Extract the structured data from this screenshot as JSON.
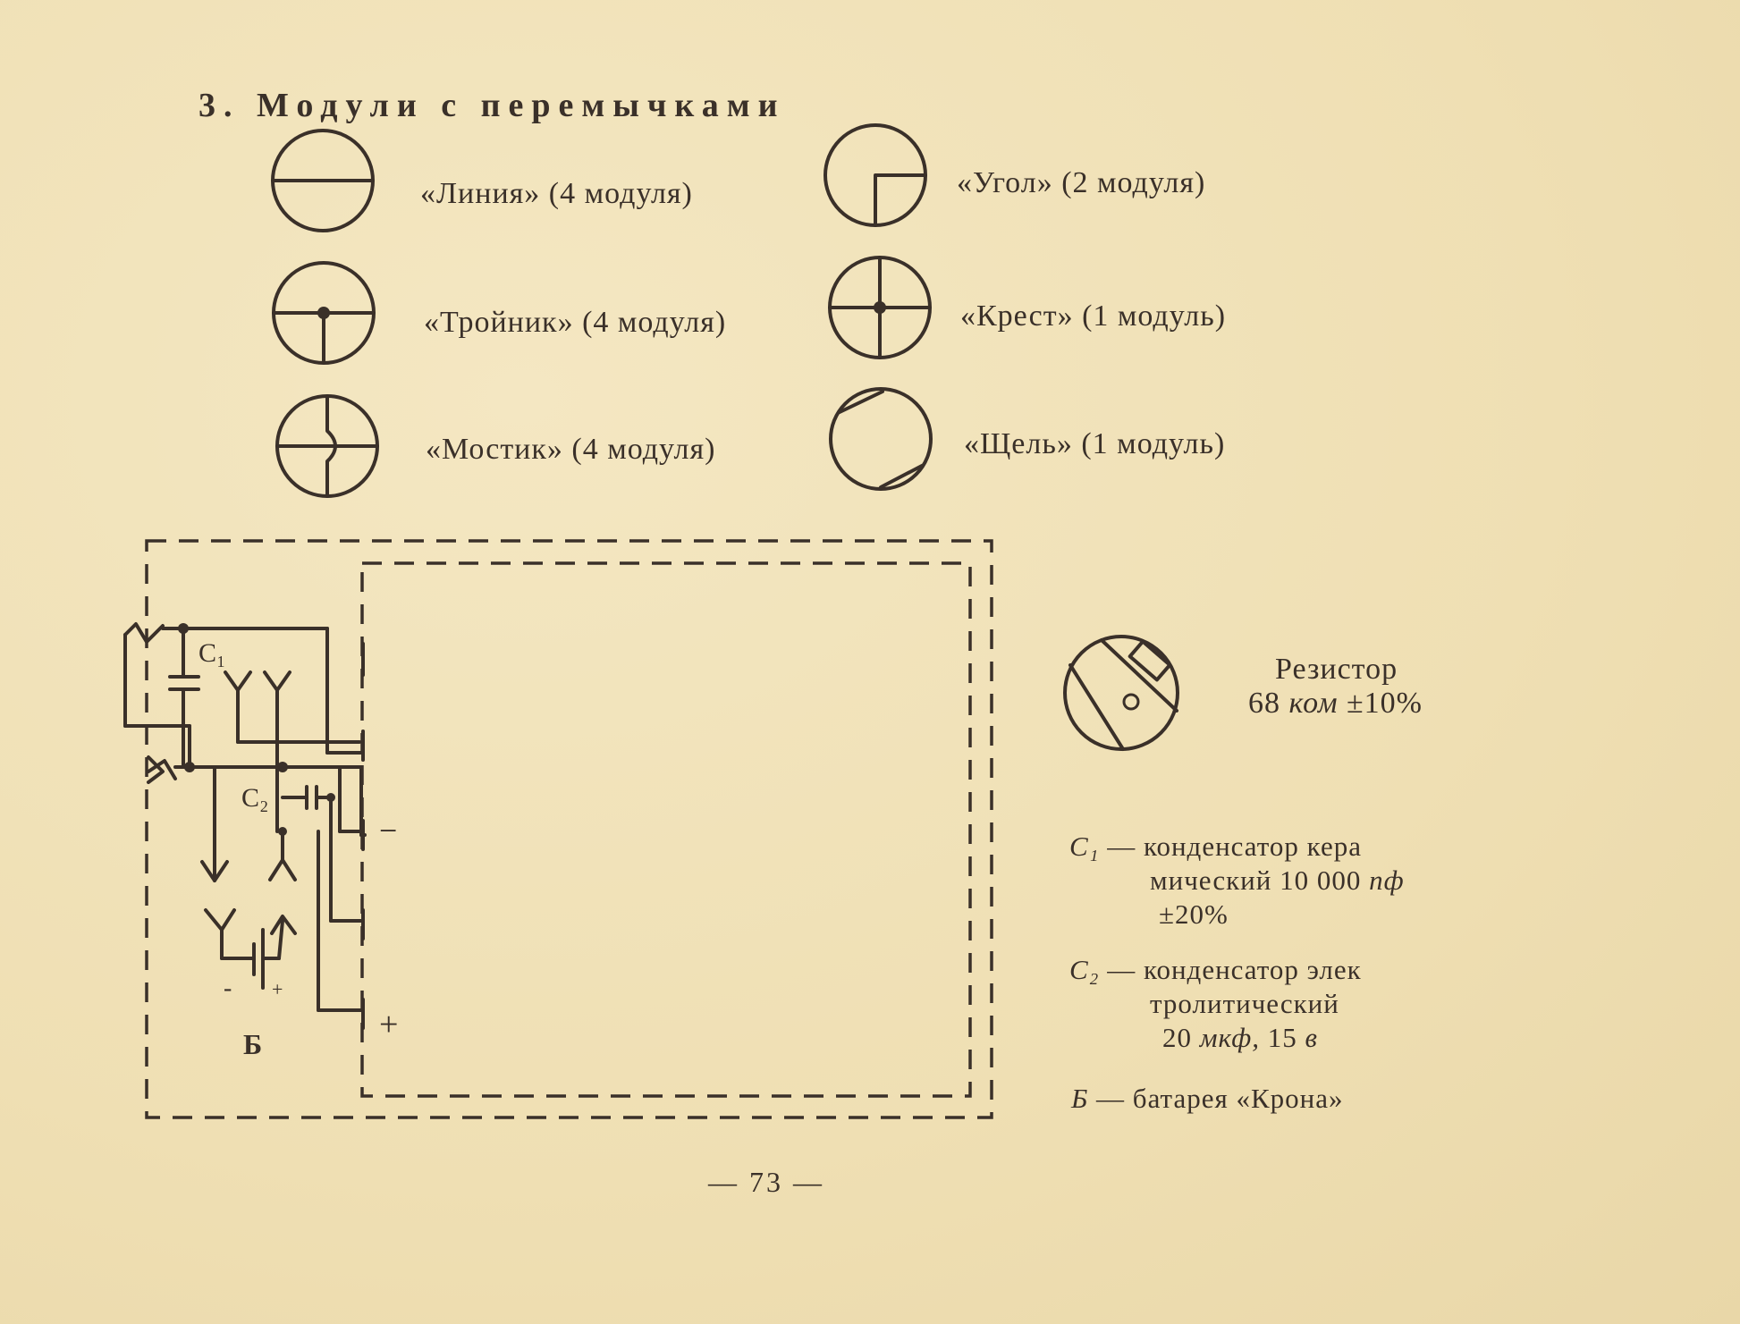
{
  "heading": "3. Модули с перемычками",
  "modules": [
    {
      "label": "«Линия» (4 модуля)"
    },
    {
      "label": "«Угол» (2 модуля)"
    },
    {
      "label": "«Тройник» (4 модуля)"
    },
    {
      "label": "«Крест» (1 модуль)"
    },
    {
      "label": "«Мостик» (4 модуля)"
    },
    {
      "label": "«Щель» (1 модуль)"
    }
  ],
  "schematic": {
    "c1_label": "C₁",
    "c2_label": "C₂",
    "battery_label": "Б",
    "minus_terminal": "−",
    "plus_terminal": "+",
    "batt_minus": "-",
    "batt_plus": "+"
  },
  "resistor": {
    "title": "Резистор",
    "value": "68",
    "unit": "ком",
    "tolerance": "±10%"
  },
  "legend": {
    "c1": {
      "symbol": "C₁",
      "line1": "— конденсатор кера",
      "line2": "мический 10 000",
      "unit": "пф",
      "line3": "±20%"
    },
    "c2": {
      "symbol": "C₂",
      "line1": "— конденсатор элек",
      "line2": "тролитический",
      "line3a": "20",
      "unit1": "мкф,",
      "line3b": "15",
      "unit2": "в"
    },
    "b": {
      "symbol": "Б",
      "text": "— батарея «Крона»"
    }
  },
  "page_number": "— 73 —"
}
